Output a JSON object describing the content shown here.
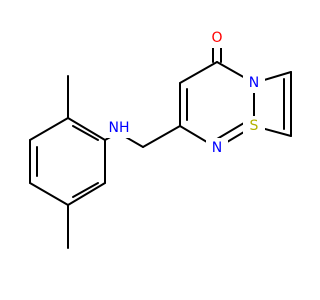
{
  "structure": {
    "atoms": {
      "O": {
        "text": "O",
        "color": "#ff0000"
      },
      "N_ring": {
        "text": "N",
        "color": "#0000ff"
      },
      "N_imine": {
        "text": "N",
        "color": "#0000ff"
      },
      "S": {
        "text": "S",
        "color": "#b2b200"
      },
      "NH": {
        "text": "NH",
        "color": "#0000ff"
      }
    },
    "bond_color": "#000000"
  }
}
